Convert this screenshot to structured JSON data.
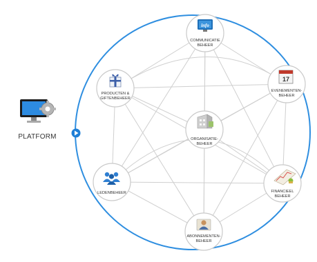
{
  "platform": {
    "label": "PLATFORM",
    "icon": "monitor-gear-icon"
  },
  "colors": {
    "ring": "#2e8ee0",
    "node_border": "#c9c9c9",
    "line": "#cfcfcf",
    "node_fill": "#ffffff"
  },
  "nodes": [
    {
      "id": "communicatie",
      "icon": "info-monitor-icon",
      "lines": [
        "COMMUNICATIE",
        "BEHEER"
      ],
      "icon_text": "info"
    },
    {
      "id": "evenementen",
      "icon": "calendar-icon",
      "lines": [
        "EVENEMENTEN-",
        "BEHEER"
      ],
      "icon_text": "17"
    },
    {
      "id": "financieel",
      "icon": "finance-chart-icon",
      "lines": [
        "FINANCIEEL",
        "BEHEER"
      ]
    },
    {
      "id": "abonnementen",
      "icon": "subscription-person-icon",
      "lines": [
        "ABONNEMENTEN-",
        "BEHEER"
      ]
    },
    {
      "id": "leden",
      "icon": "members-group-icon",
      "lines": [
        "LEDENBEHEER"
      ]
    },
    {
      "id": "producten",
      "icon": "gift-icon",
      "lines": [
        "PRODUCTEN &",
        "GIFTENBEHEER"
      ]
    },
    {
      "id": "organisatie",
      "icon": "building-icon",
      "lines": [
        "ORGANISATIE-",
        "BEHEER"
      ]
    }
  ]
}
